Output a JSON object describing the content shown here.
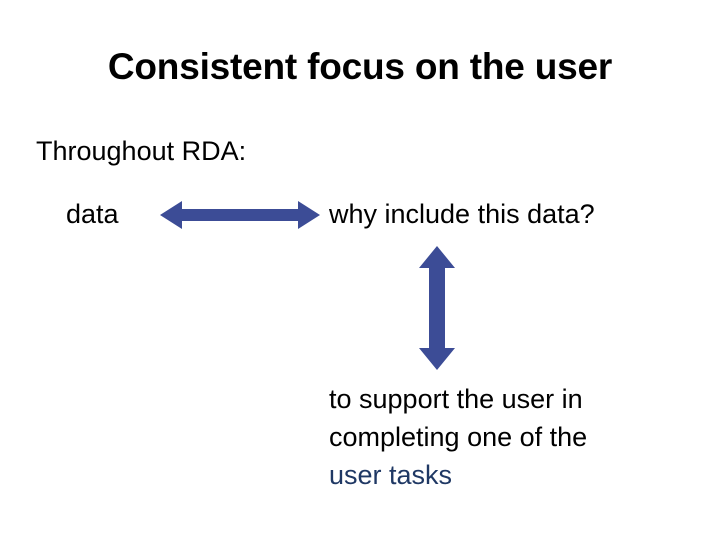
{
  "slide": {
    "title": "Consistent focus on the user",
    "lead_line": "Throughout RDA:",
    "left_label": "data",
    "right_label": "why include this data?",
    "answer_lines": [
      "to support the user in",
      "completing one of the",
      "user tasks"
    ],
    "arrows": {
      "horizontal_name": "double-headed-horizontal-arrow",
      "vertical_name": "double-headed-vertical-arrow"
    },
    "colors": {
      "background": "#FFFFFF",
      "text": "#000000",
      "arrow": "#3C4C96",
      "accent_text": "#1F3864"
    }
  }
}
